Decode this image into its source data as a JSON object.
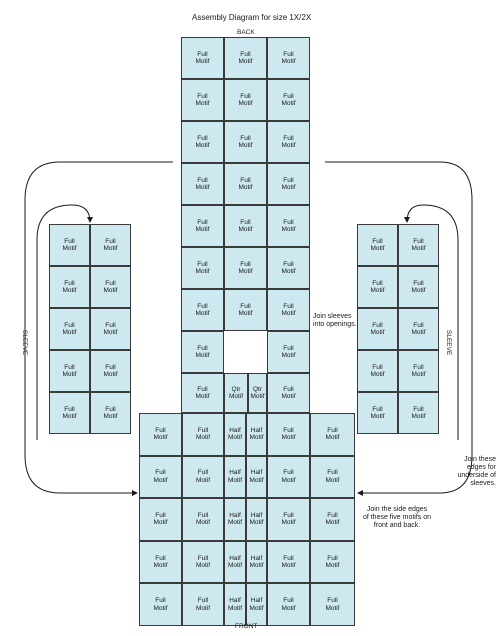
{
  "title": "Assembly Diagram for size 1X/2X",
  "labels": {
    "back": "BACK",
    "front": "FRONT",
    "sleeve_left": "SLEEVE",
    "sleeve_right": "SLEEVE"
  },
  "annotations": {
    "join_sleeves": "Join sleeves\ninto openings.",
    "join_edges_underside": "Join these\nedges for\nunderside of\nsleeves.",
    "join_side_edges": "Join the side edges\nof these five motifs on\nfront and back."
  },
  "motifs": {
    "full": "Full\nMotif",
    "half": "Half\nMotif",
    "qtr": "Qtr\nMotif"
  },
  "colors": {
    "motif_fill": "#cde9ef",
    "outline": "#3a3a3a"
  }
}
